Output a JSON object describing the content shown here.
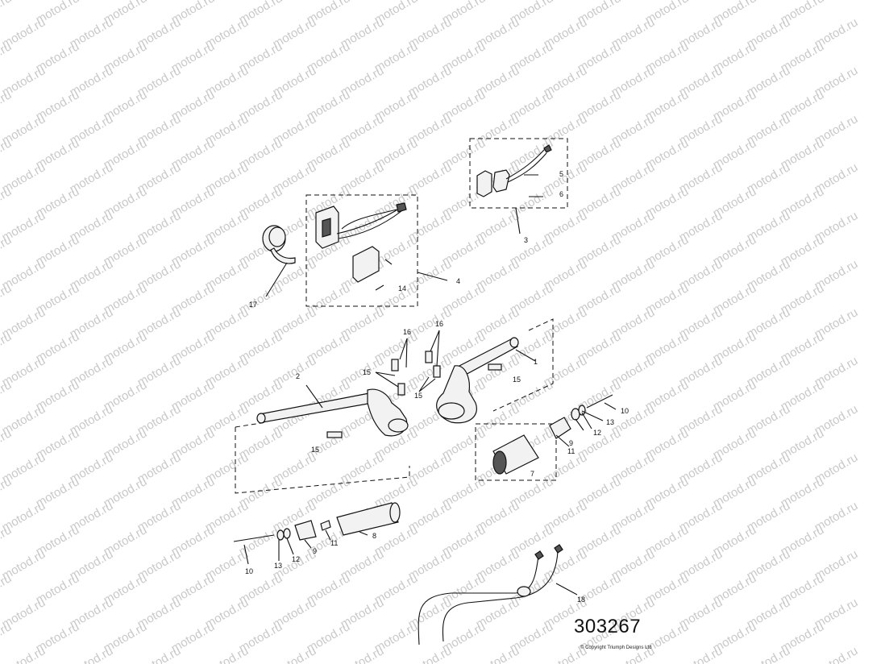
{
  "watermark": "motod.ru",
  "diagram_ref": "303267",
  "copyright": "© Copyright Triumph Designs Ltd",
  "callouts": {
    "c1": "1",
    "c2": "2",
    "c3": "3",
    "c4": "4",
    "c5": "5",
    "c6": "6",
    "c7": "7",
    "c8": "8",
    "c9a": "9",
    "c9b": "9",
    "c10a": "10",
    "c10b": "10",
    "c11a": "11",
    "c11b": "11",
    "c12a": "12",
    "c12b": "12",
    "c13a": "13",
    "c13b": "13",
    "c14": "14",
    "c15a": "15",
    "c15b": "15",
    "c15c": "15",
    "c15d": "15",
    "c16a": "16",
    "c16b": "16",
    "c17": "17",
    "c18": "18"
  }
}
